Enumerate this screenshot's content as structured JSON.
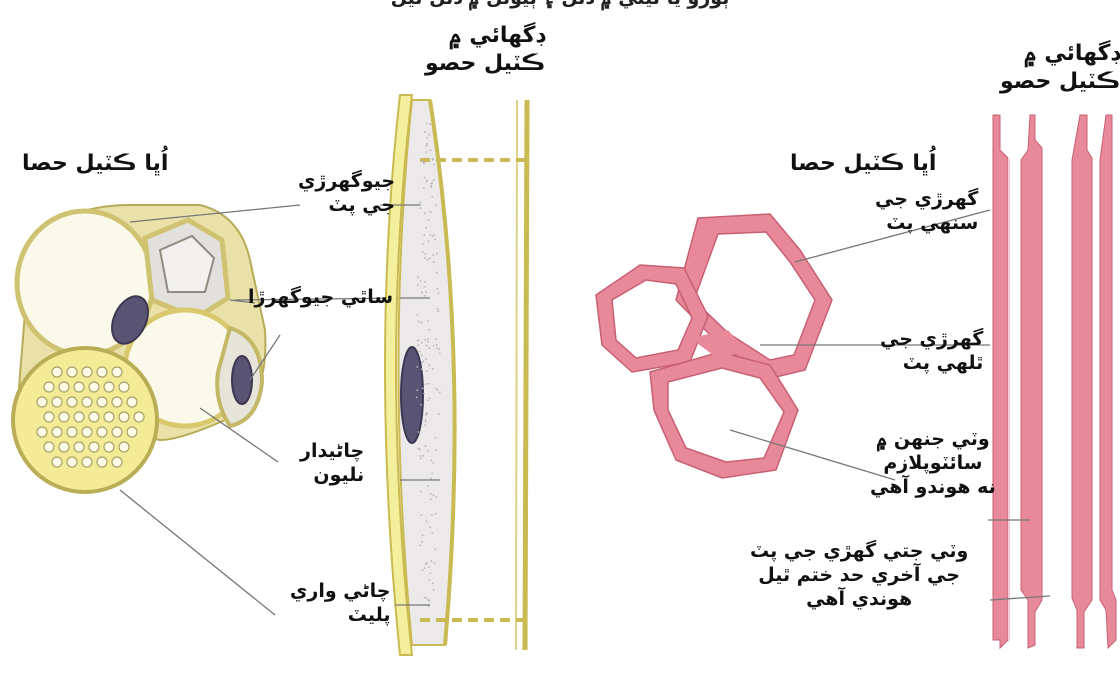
{
  "header_fragment": "ٻوڙو يا ٽيئي ۾ ڏنل ۽ ٻيونل ۾ ڏنل ٿيل",
  "left_panel": {
    "cross_section": "اُڀا ڪٽيل حصا",
    "long_section": [
      "ڊگهائي ۾",
      "ڪٽيل حصو"
    ],
    "labels": {
      "sieve_tube_wall": [
        "جيوگهرڙي",
        "جي پٽ"
      ],
      "companion_cell": "ساٿي جيوگهرڙا",
      "sieve_tube": [
        "چاڻيدار",
        "نليون"
      ],
      "sieve_plate": [
        "چاڻي واري",
        "پليٽ"
      ]
    },
    "colors": {
      "wall": "#e3d677",
      "cell": "#fdfbe8",
      "nucleus": "#5a5474"
    }
  },
  "right_panel": {
    "cross_section": "اُڀا ڪٽيل حصا",
    "long_section": [
      "ڊگهائي ۾",
      "ڪٽيل حصو"
    ],
    "labels": {
      "thin_wall": [
        "گهرڙي جي",
        "سنهي پٽ"
      ],
      "thick_wall": [
        "گهرڙي جي",
        "ٿلهي پٽ"
      ],
      "no_cytoplasm": [
        "وٽي جنهن ۾",
        "سائٽوپلازم",
        "نه هوندو آهي"
      ],
      "end_wall": [
        "وٽي جتي گهڙي جي پٽ",
        "جي آخري حد ختم ٿيل",
        "هوندي آهي"
      ]
    },
    "colors": {
      "wall": "#e8899a",
      "wall_light": "#f7cbd3"
    }
  }
}
